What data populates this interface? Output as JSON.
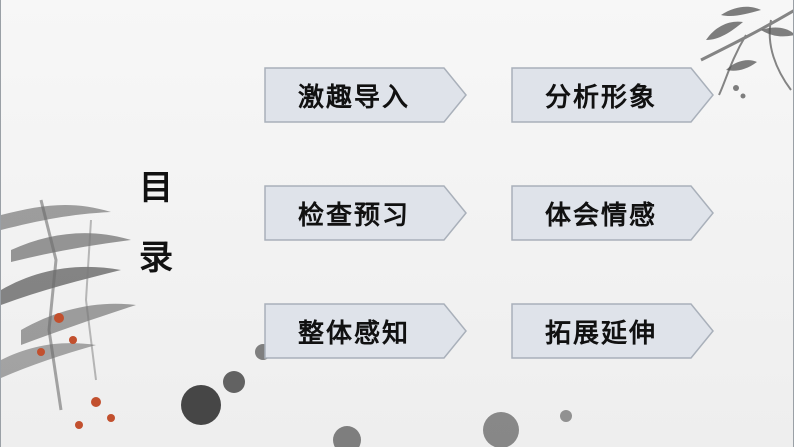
{
  "title": {
    "char1": "目",
    "char2": "录"
  },
  "menu": {
    "left": [
      {
        "label": "激趣导入"
      },
      {
        "label": "检查预习"
      },
      {
        "label": "整体感知"
      }
    ],
    "right": [
      {
        "label": "分析形象"
      },
      {
        "label": "体会情感"
      },
      {
        "label": "拓展延伸"
      }
    ]
  },
  "colors": {
    "box_fill": "#dfe3ea",
    "box_stroke": "#a9b0ba",
    "ink": "#2c2c2c"
  }
}
